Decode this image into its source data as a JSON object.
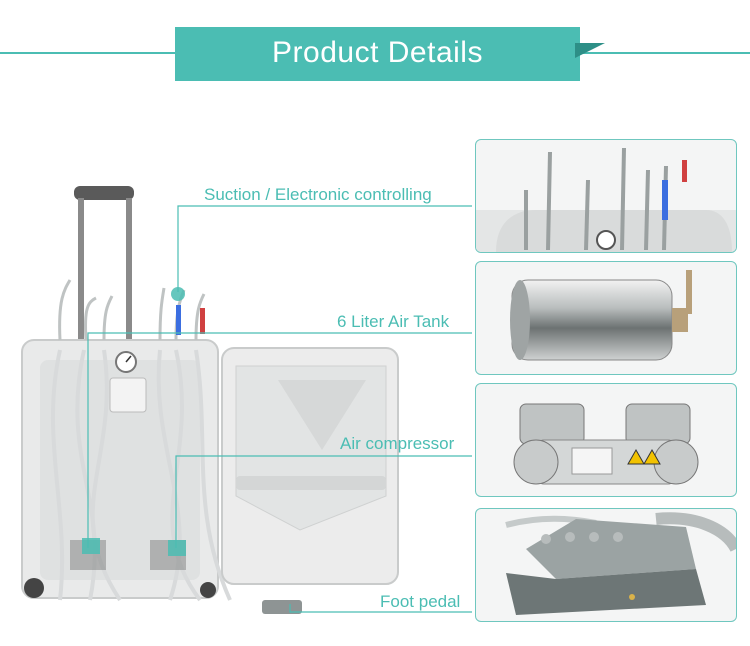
{
  "header": {
    "title": "Product Details"
  },
  "callouts": {
    "suction": "Suction / Electronic controlling",
    "air_tank": "6 Liter Air Tank",
    "compressor": "Air compressor",
    "foot_pedal": "Foot pedal"
  },
  "colors": {
    "accent": "#4bbdb3",
    "accent_dark": "#2d8f87",
    "panel_border": "#6fc7bf"
  }
}
